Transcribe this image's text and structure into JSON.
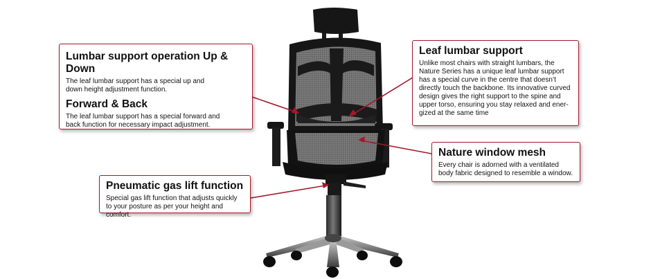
{
  "callouts": {
    "lumbar": {
      "title": "Lumbar support operation Up & Down",
      "text": "The leaf lumbar support has a special up and down height adjustment function.",
      "title2": "Forward & Back",
      "text2": "The leaf lumbar support has a special forward and back function for necessary impact adjustment."
    },
    "leaf": {
      "title": "Leaf lumbar support",
      "text": "Unlike most chairs with straight lumbars, the Nature Series has a unique leaf lumbar support has a special curve in the centre that doesn’t directly touch the backbone. Its innovative curved design gives the right support to the spine and upper torso, ensuring you stay relaxed and ener-gized at the same time"
    },
    "mesh": {
      "title": "Nature window mesh",
      "text": "Every chair is adorned with a ventilated body fabric designed to resemble a window."
    },
    "gas": {
      "title": "Pneumatic gas lift function",
      "text": "Special gas lift function that adjusts quickly to your posture as per your height and comfort."
    }
  },
  "colors": {
    "accent": "#a3172a",
    "chair_frame": "#151515",
    "mesh": "#6e6e6e",
    "base_metal": "#9a9a9a"
  },
  "icons": {
    "chair": "office-chair-image"
  }
}
